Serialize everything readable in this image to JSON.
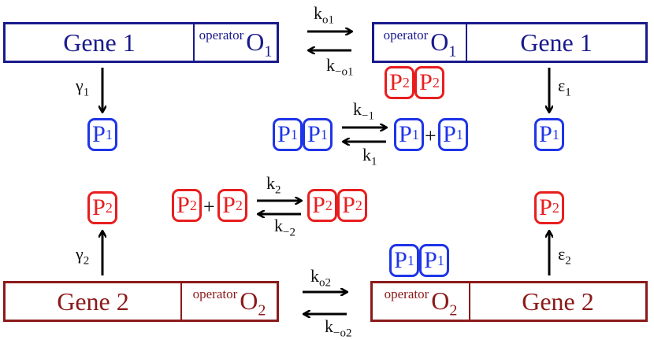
{
  "genes": {
    "gene1_label": "Gene 1",
    "gene2_label": "Gene 2",
    "operator_word": "operator",
    "o1_main": "O",
    "o1_sub": "1",
    "o2_main": "O",
    "o2_sub": "2"
  },
  "proteins": {
    "p_main": "P",
    "p1_sub": "1",
    "p2_sub": "2",
    "plus": "+"
  },
  "rates": {
    "k_o1_main": "k",
    "k_o1_sub": "o1",
    "k_mo1_main": "k",
    "k_mo1_sub": "−o1",
    "k_o2_main": "k",
    "k_o2_sub": "o2",
    "k_mo2_main": "k",
    "k_mo2_sub": "−o2",
    "k_m1_main": "k",
    "k_m1_sub": "−1",
    "k_1_main": "k",
    "k_1_sub": "1",
    "k_2_main": "k",
    "k_2_sub": "2",
    "k_m2_main": "k",
    "k_m2_sub": "−2",
    "gamma1_main": "γ",
    "gamma1_sub": "1",
    "gamma2_main": "γ",
    "gamma2_sub": "2",
    "eps1_main": "ε",
    "eps1_sub": "1",
    "eps2_main": "ε",
    "eps2_sub": "2"
  },
  "colors": {
    "gene1": "#1a1a8c",
    "gene2": "#8b1a1a",
    "protein1": "#1e35e8",
    "protein2": "#e81e1e",
    "arrow": "#000000"
  }
}
